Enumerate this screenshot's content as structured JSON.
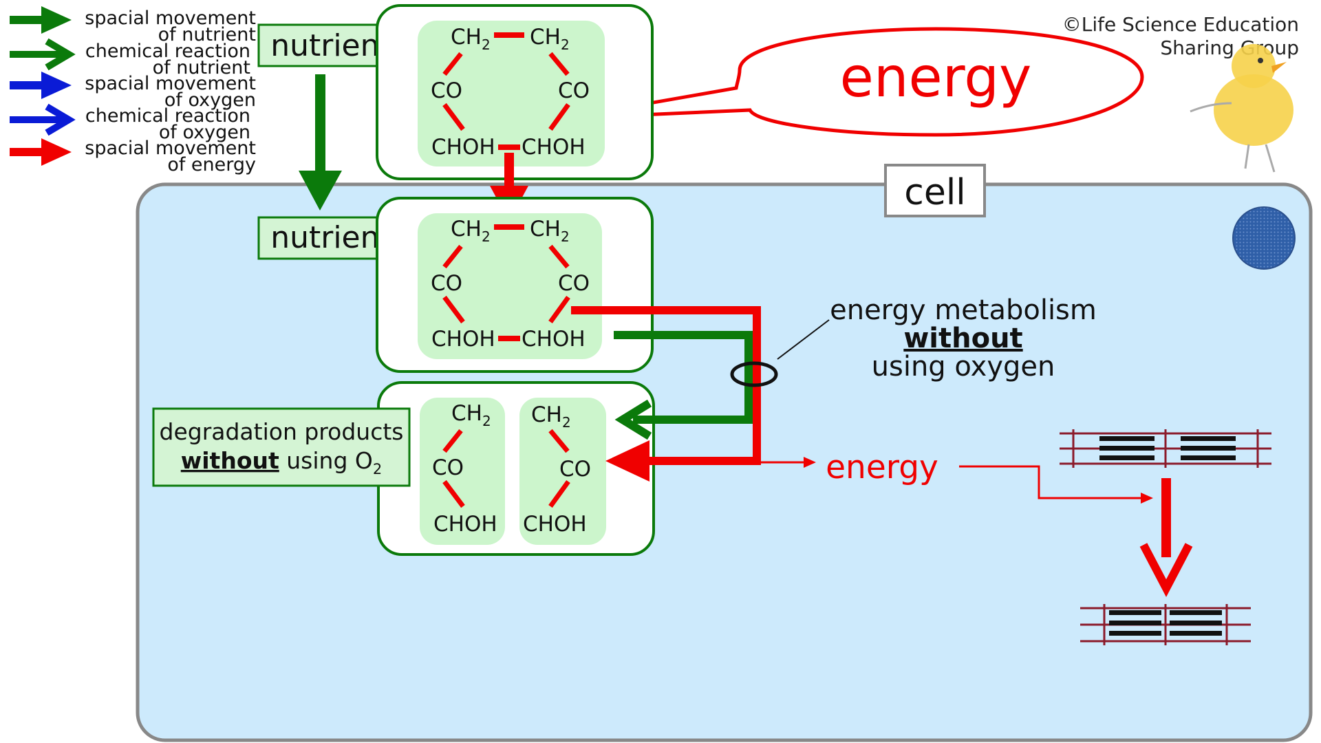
{
  "legend": [
    {
      "label_line1": "spacial movement",
      "label_line2": "of nutrient",
      "color": "#0b7a0b",
      "arrow": "solid"
    },
    {
      "label_line1": "chemical reaction",
      "label_line2": "of nutrient",
      "color": "#0b7a0b",
      "arrow": "open"
    },
    {
      "label_line1": "spacial movement",
      "label_line2": "of oxygen",
      "color": "#0a1bd6",
      "arrow": "solid"
    },
    {
      "label_line1": "chemical reaction",
      "label_line2": "of oxygen",
      "color": "#0a1bd6",
      "arrow": "open"
    },
    {
      "label_line1": "spacial movement",
      "label_line2": "of energy",
      "color": "#f00000",
      "arrow": "solid"
    }
  ],
  "copyright": {
    "line1": "©Life Science Education",
    "line2": "Sharing Group"
  },
  "labels": {
    "nutrient_top": "nutrient",
    "nutrient_cell": "nutrient",
    "energy_bubble": "energy",
    "cell": "cell",
    "metabolism_line1": "energy metabolism",
    "metabolism_line2": "without",
    "metabolism_line3": "using oxygen",
    "energy_release": "energy",
    "degradation_line1": "degradation products",
    "degradation_without": "without",
    "degradation_using": " using O",
    "degradation_sub": "2"
  },
  "molecule": {
    "ch2": "CH",
    "ch2_sub": "2",
    "co": "CO",
    "choh": "CHOH"
  },
  "colors": {
    "nutrient_green": "#0b7a0b",
    "energy_red": "#f00000",
    "cell_fill": "#cdeafc",
    "cell_border": "#888888",
    "molecule_bg": "#ccf5cc",
    "label_bg": "#d4f4d4",
    "nucleus": "#2f5fa8"
  }
}
